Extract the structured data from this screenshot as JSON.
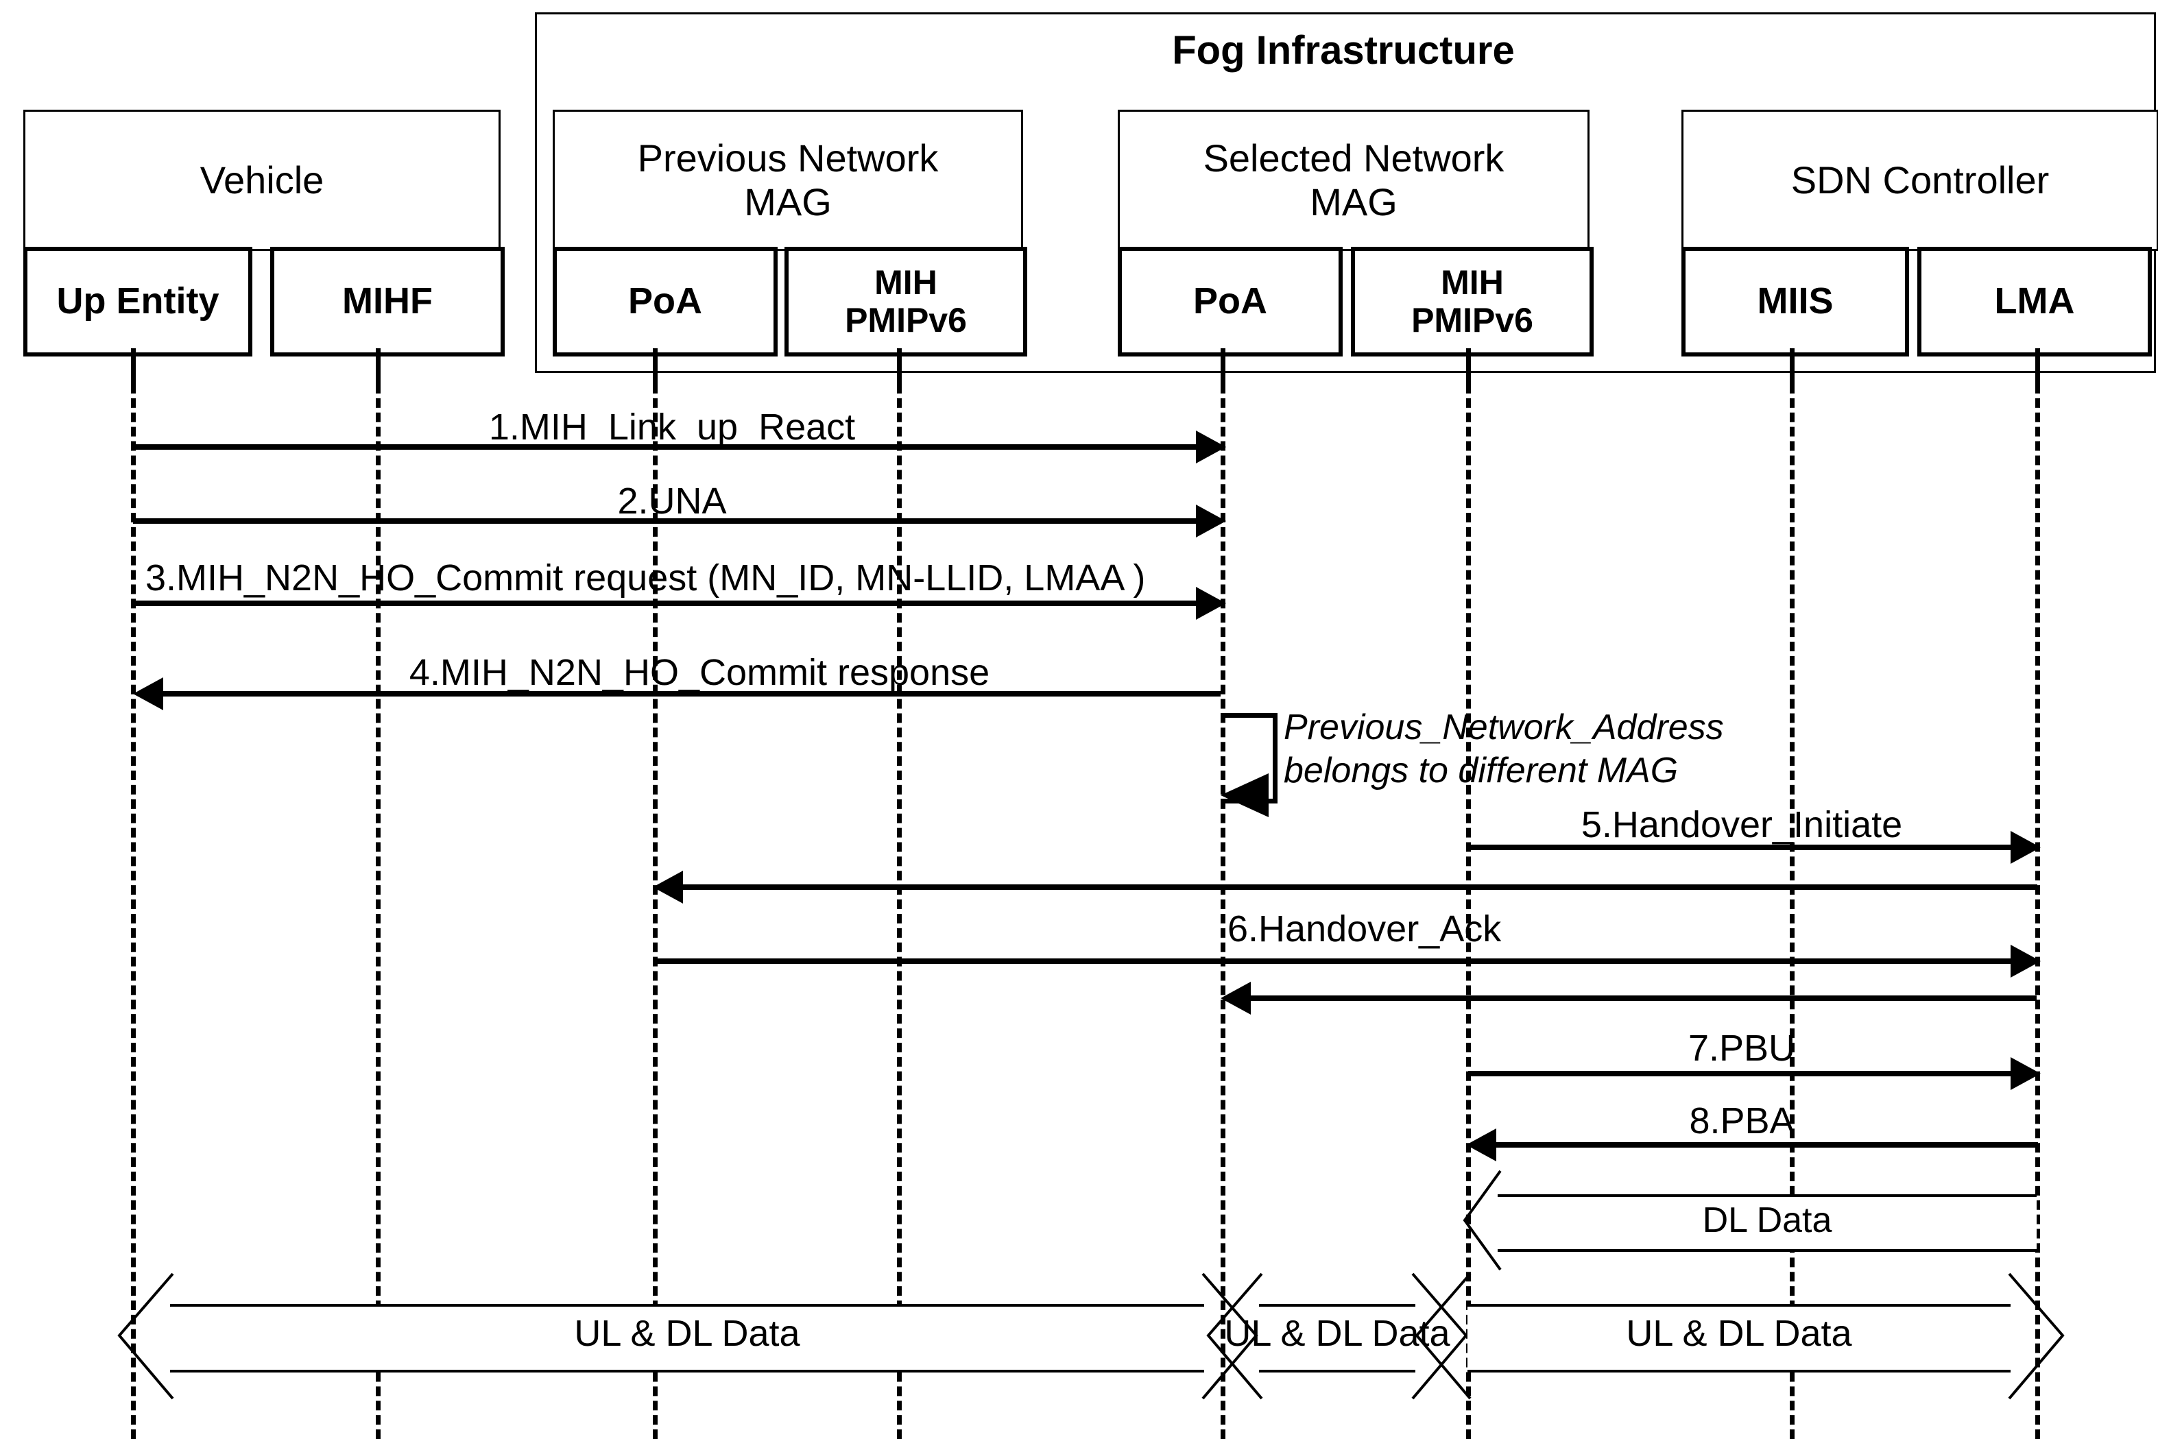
{
  "diagram": {
    "title": "Fog Infrastructure",
    "type": "sequence-diagram"
  },
  "groups": [
    {
      "id": "vehicle",
      "label": "Vehicle"
    },
    {
      "id": "previous-network-mag",
      "label": "Previous Network\nMAG"
    },
    {
      "id": "selected-network-mag",
      "label": "Selected Network\nMAG"
    },
    {
      "id": "sdn-controller",
      "label": "SDN Controller"
    }
  ],
  "lifelines": [
    {
      "id": "up-entity",
      "label": "Up Entity"
    },
    {
      "id": "mihf",
      "label": "MIHF"
    },
    {
      "id": "poa-previous",
      "label": "PoA"
    },
    {
      "id": "mih-pmipv6-previous",
      "label": "MIH\nPMIPv6"
    },
    {
      "id": "poa-selected",
      "label": "PoA"
    },
    {
      "id": "mih-pmipv6-selected",
      "label": "MIH\nPMIPv6"
    },
    {
      "id": "miis",
      "label": "MIIS"
    },
    {
      "id": "lma",
      "label": "LMA"
    }
  ],
  "messages": [
    {
      "n": "1",
      "label": "1.MIH_Link_up_React",
      "from": "up-entity",
      "to": "poa-selected",
      "dir": "right"
    },
    {
      "n": "2",
      "label": "2.UNA",
      "from": "up-entity",
      "to": "poa-selected",
      "dir": "right"
    },
    {
      "n": "3",
      "label": "3.MIH_N2N_HO_Commit request (MN_ID, MN-LLID, LMAA )",
      "from": "up-entity",
      "to": "poa-selected",
      "dir": "right"
    },
    {
      "n": "4",
      "label": "4.MIH_N2N_HO_Commit response",
      "from": "poa-selected",
      "to": "up-entity",
      "dir": "left"
    },
    {
      "n": "5",
      "label": "5.Handover_Initiate",
      "from": "mih-pmipv6-selected",
      "to": "lma",
      "dir": "right"
    },
    {
      "n": "6",
      "label": "6.Handover_Ack",
      "from": "poa-previous",
      "to": "lma",
      "dir": "right"
    },
    {
      "n": "7",
      "label": "7.PBU",
      "from": "mih-pmipv6-selected",
      "to": "lma",
      "dir": "right"
    },
    {
      "n": "8",
      "label": "8.PBA",
      "from": "lma",
      "to": "mih-pmipv6-selected",
      "dir": "left"
    }
  ],
  "note": {
    "line1": "Previous_Network_Address",
    "line2": "belongs to different MAG"
  },
  "data_flows": [
    {
      "id": "dl-data",
      "label": "DL Data"
    },
    {
      "id": "ul-dl-data-left",
      "label": "UL & DL Data"
    },
    {
      "id": "ul-dl-data-mid",
      "label": "UL & DL Data"
    },
    {
      "id": "ul-dl-data-right",
      "label": "UL & DL Data"
    }
  ],
  "colors": {
    "stroke": "#000000",
    "background": "#ffffff"
  }
}
